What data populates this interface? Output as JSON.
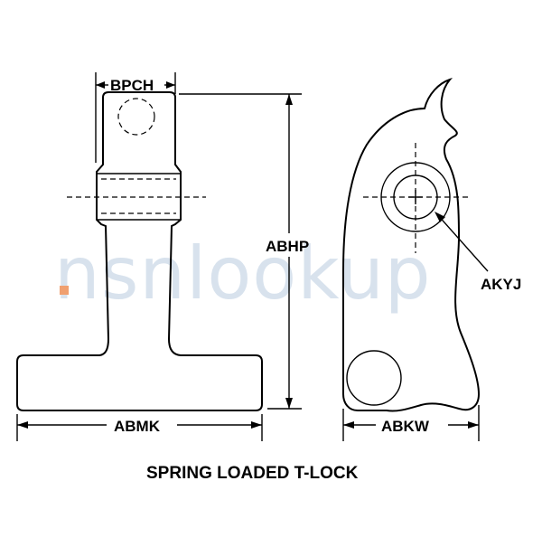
{
  "labels": {
    "bpch": "BPCH",
    "abhp": "ABHP",
    "abmk": "ABMK",
    "abkw": "ABKW",
    "akyj": "AKYJ"
  },
  "caption": "SPRING LOADED T-LOCK",
  "watermark": {
    "text": "nsnlookup",
    "color": "#b9cce0",
    "accent": "#f0a070"
  }
}
